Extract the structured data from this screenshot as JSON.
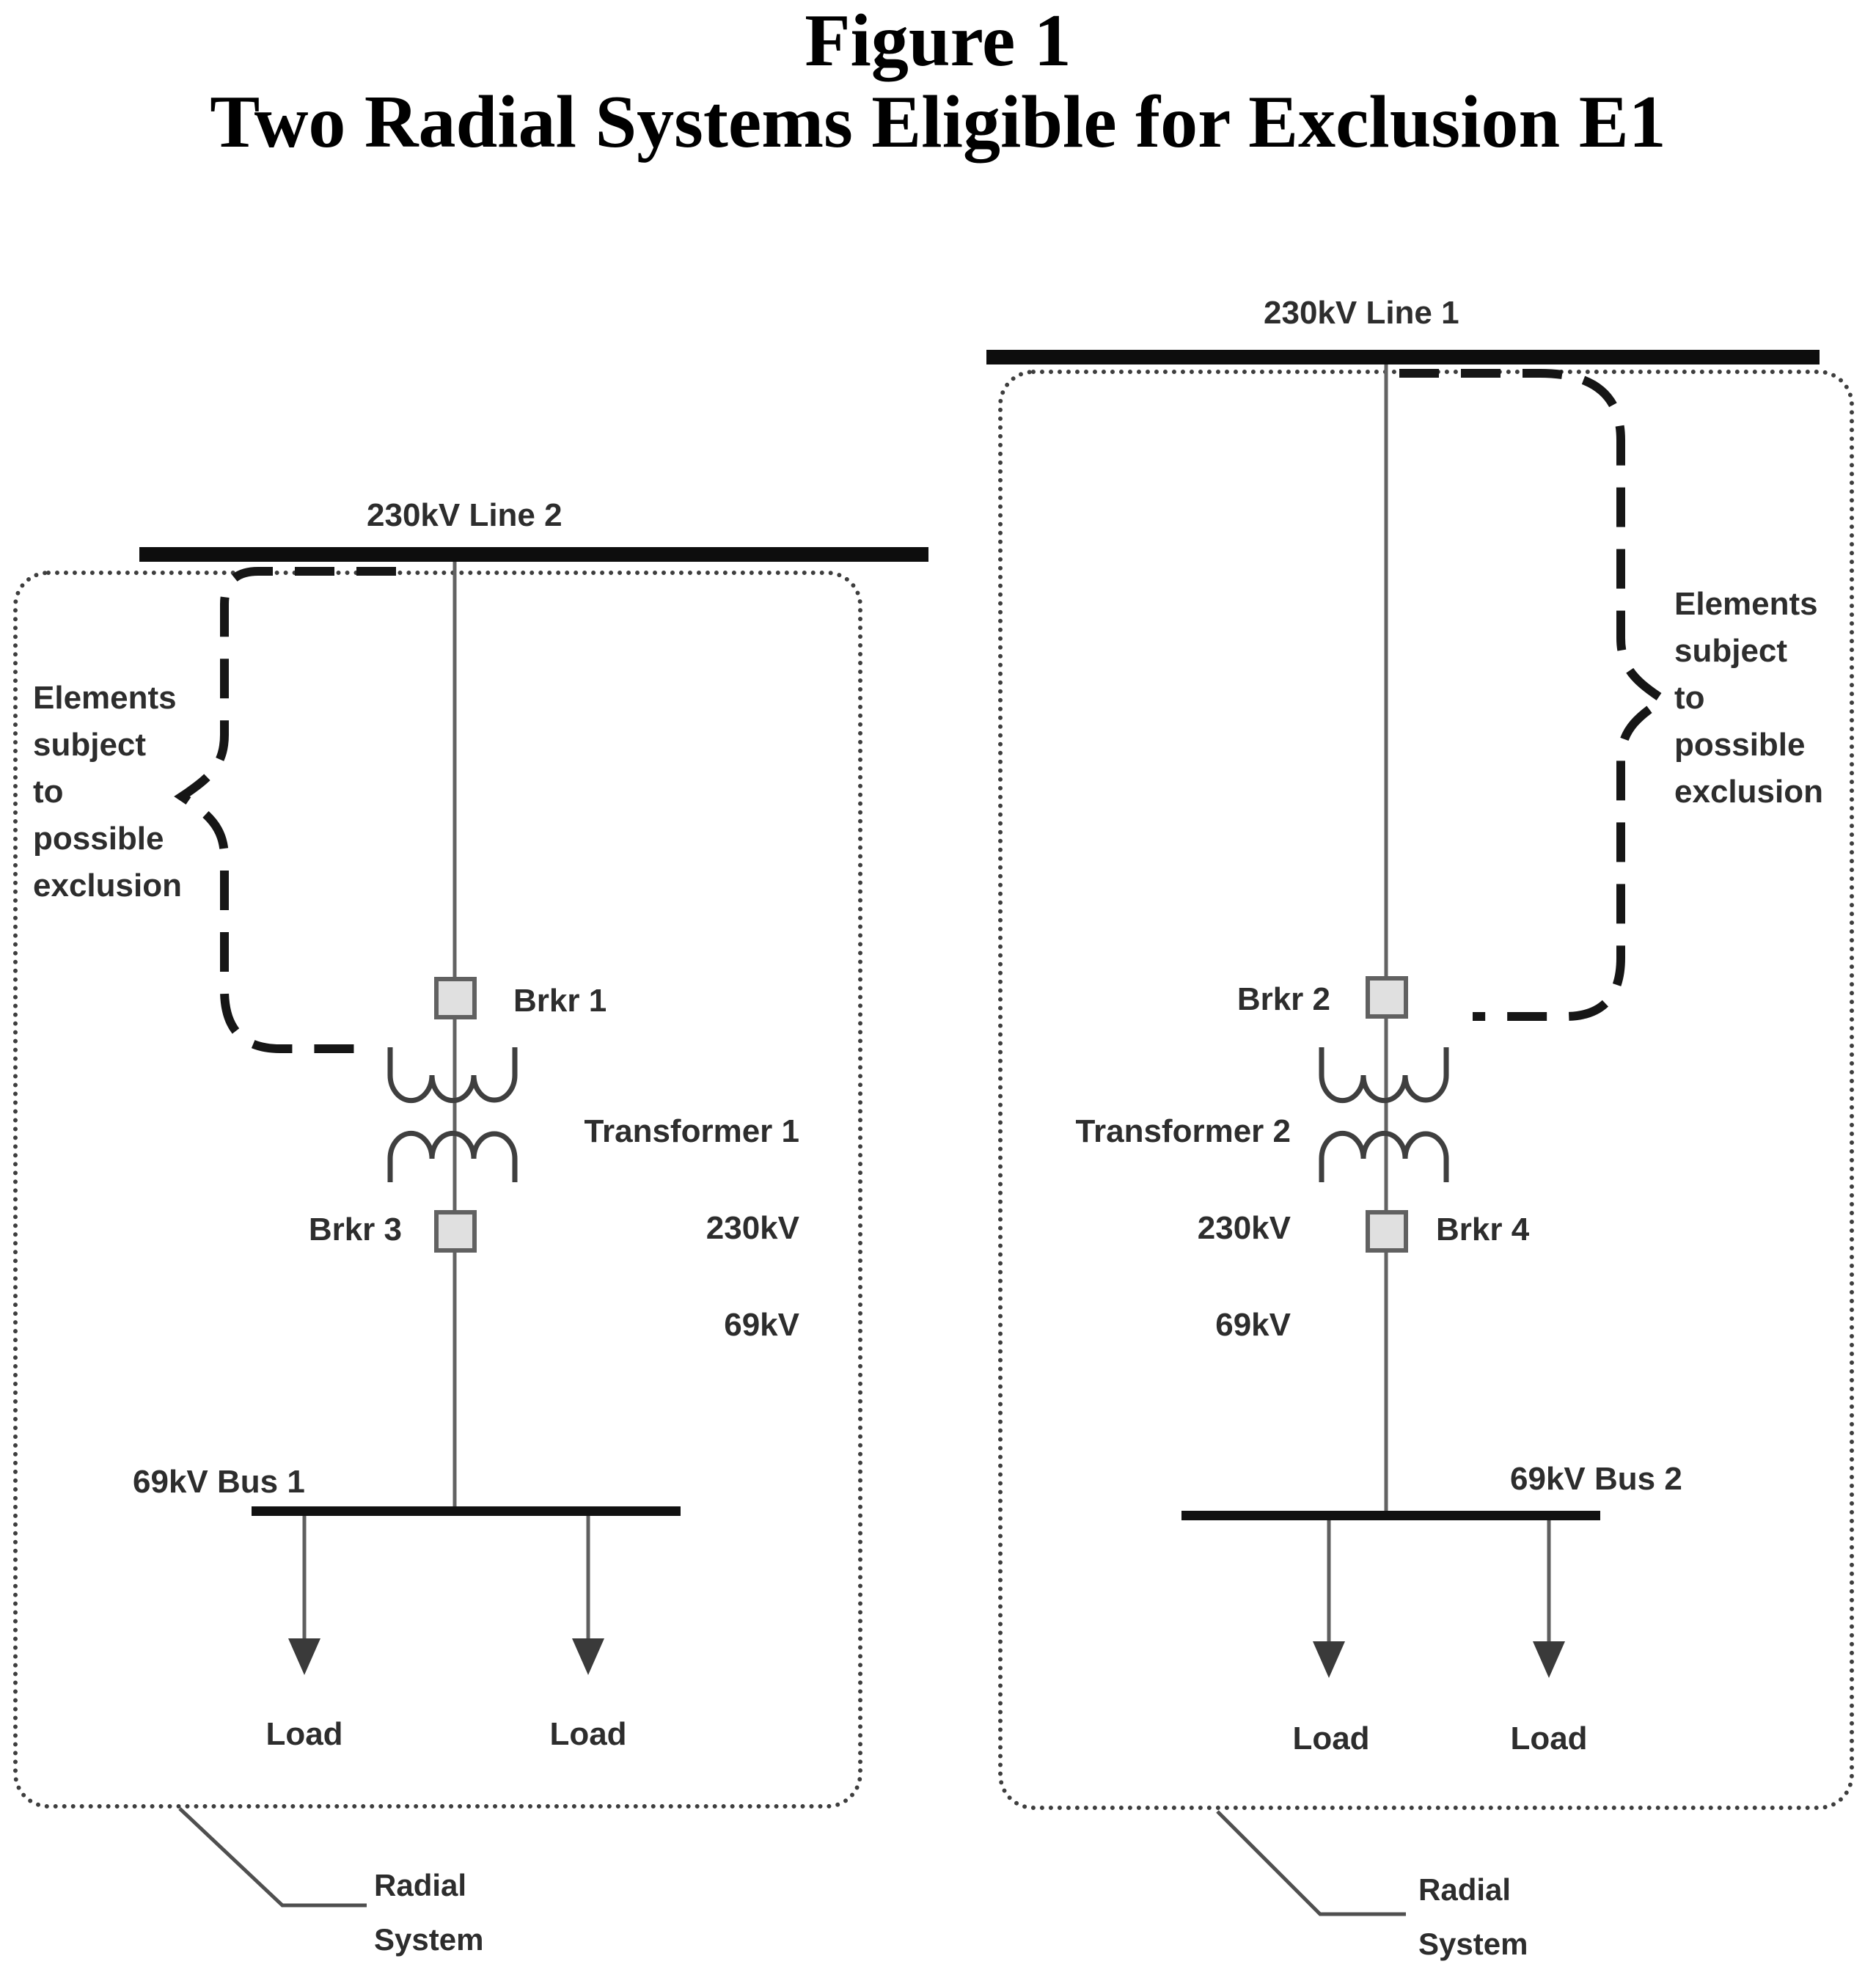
{
  "figure": {
    "title_line1": "Figure 1",
    "title_line2": "Two Radial Systems Eligible for Exclusion E1"
  },
  "systems": {
    "left": {
      "line_label": "230kV Line 2",
      "exclusion_note": "Elements\nsubject\nto\npossible\nexclusion",
      "top_breaker": "Brkr 1",
      "transformer_name": "Transformer 1",
      "transformer_hv": "230kV",
      "transformer_lv": "69kV",
      "bottom_breaker": "Brkr 3",
      "bus_label": "69kV Bus 1",
      "load_left": "Load",
      "load_right": "Load",
      "system_label": "Radial\nSystem"
    },
    "right": {
      "line_label": "230kV Line 1",
      "exclusion_note": "Elements\nsubject\nto\npossible\nexclusion",
      "top_breaker": "Brkr 2",
      "transformer_name": "Transformer 2",
      "transformer_hv": "230kV",
      "transformer_lv": "69kV",
      "bottom_breaker": "Brkr 4",
      "bus_label": "69kV Bus 2",
      "load_left": "Load",
      "load_right": "Load",
      "system_label": "Radial\nSystem"
    }
  },
  "colors": {
    "heavy_line": "#0d0d0d",
    "thin_line": "#636363",
    "dashed_exclusion_boundary": "#161616",
    "dotted_system_boundary": "#3e3e3e",
    "label_text": "#2d2d2d",
    "breaker_fill": "#e0e0e0",
    "breaker_border": "#616161",
    "background": "#ffffff"
  }
}
